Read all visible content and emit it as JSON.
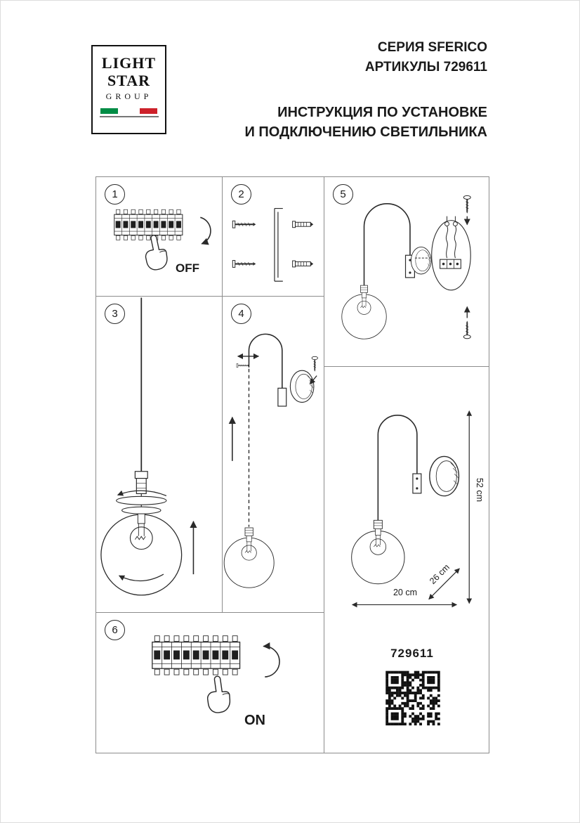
{
  "logo": {
    "line1": "LIGHT",
    "line2": "STAR",
    "line3": "GROUP",
    "flag_colors": [
      "#008C45",
      "#FFFFFF",
      "#CD212A"
    ]
  },
  "header": {
    "series": "СЕРИЯ SFERICO",
    "articles": "АРТИКУЛЫ 729611",
    "instruction_line1": "ИНСТРУКЦИЯ ПО УСТАНОВКЕ",
    "instruction_line2": "И ПОДКЛЮЧЕНИЮ СВЕТИЛЬНИКА"
  },
  "panels": {
    "step1": {
      "number": "1",
      "label": "OFF"
    },
    "step2": {
      "number": "2"
    },
    "step3": {
      "number": "3"
    },
    "step4": {
      "number": "4"
    },
    "step5": {
      "number": "5"
    },
    "step6": {
      "number": "6",
      "label": "ON"
    }
  },
  "dimensions": {
    "height": "52 cm",
    "depth": "26 cm",
    "width": "20 cm"
  },
  "article_number": "729611",
  "colors": {
    "line": "#2a2a2a",
    "border": "#8c8c8c",
    "toggle": "#1f1f1f",
    "qr": "#111111"
  }
}
